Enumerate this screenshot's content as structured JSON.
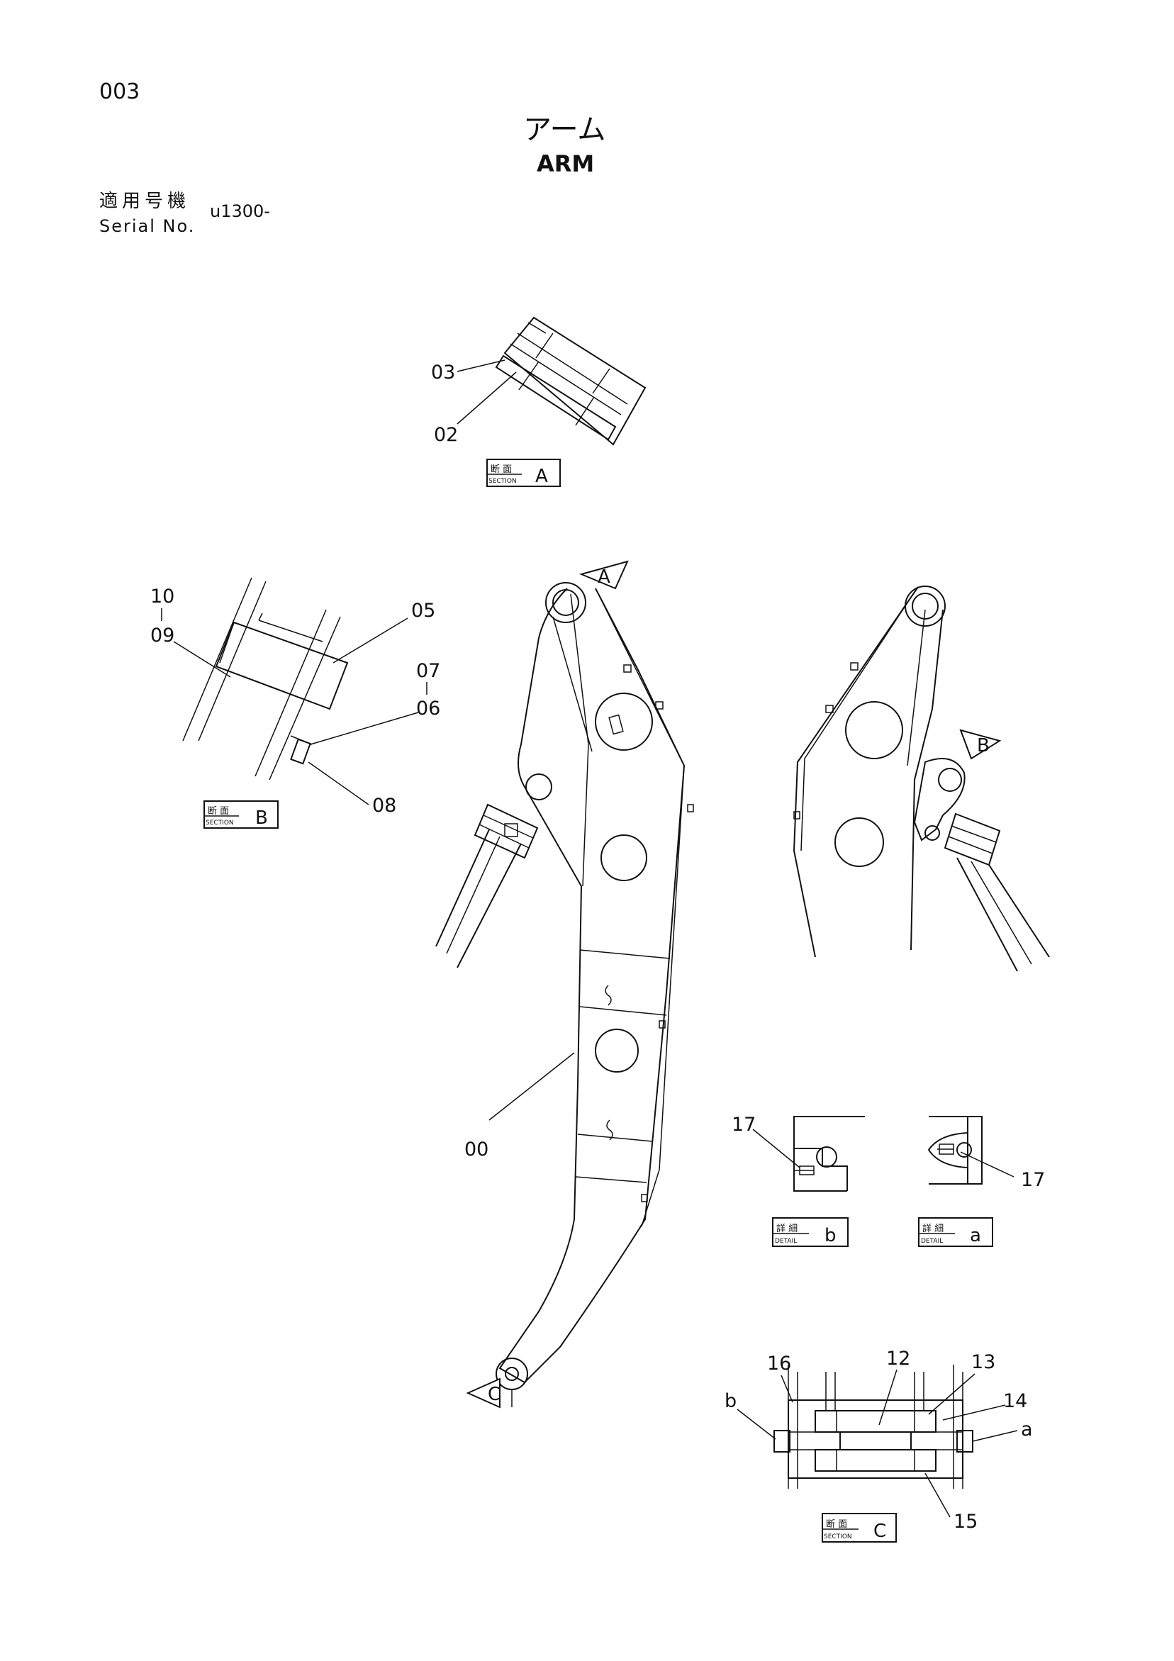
{
  "header": {
    "page_number": "003",
    "title_jp": "アーム",
    "title_en": "ARM",
    "serial_label_jp": "適用号機",
    "serial_label_en": "Serial No.",
    "serial_value": "u1300-"
  },
  "tags": {
    "section_jp": "断 面",
    "section_en": "SECTION",
    "detail_jp": "詳 細",
    "detail_en": "DETAIL",
    "section_a": "A",
    "section_b": "B",
    "section_c": "C",
    "detail_b": "b",
    "detail_a": "a"
  },
  "view_arrows": {
    "a": "A",
    "b": "B",
    "c": "C"
  },
  "part_labels": {
    "p00": "00",
    "p02": "02",
    "p03": "03",
    "p05": "05",
    "p06": "06",
    "p07": "07",
    "p08": "08",
    "p09": "09",
    "p10": "10",
    "p12": "12",
    "p13": "13",
    "p14": "14",
    "p15": "15",
    "p16": "16",
    "p17_detail_b": "17",
    "p17_detail_a": "17",
    "ref_b": "b",
    "ref_a": "a"
  }
}
